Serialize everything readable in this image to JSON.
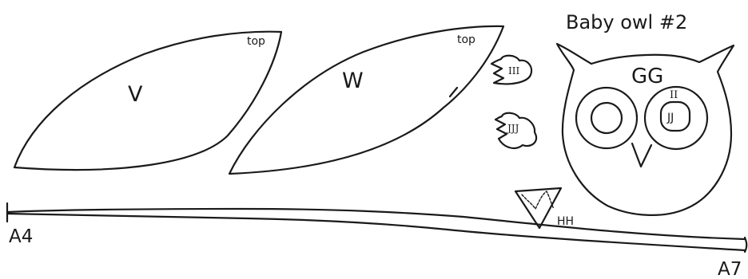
{
  "pieces": {
    "v": {
      "label": "V",
      "top_label": "top"
    },
    "w": {
      "label": "W",
      "top_label": "top"
    },
    "iii": {
      "label": "III"
    },
    "jjj": {
      "label": "JJJ"
    },
    "hh": {
      "label": "HH"
    }
  },
  "owl": {
    "title": "Baby owl #2",
    "body_label": "GG",
    "eye_ring_label": "II",
    "pupil_label": "JJ"
  },
  "branch": {
    "start_label": "A4",
    "end_label": "A7"
  }
}
